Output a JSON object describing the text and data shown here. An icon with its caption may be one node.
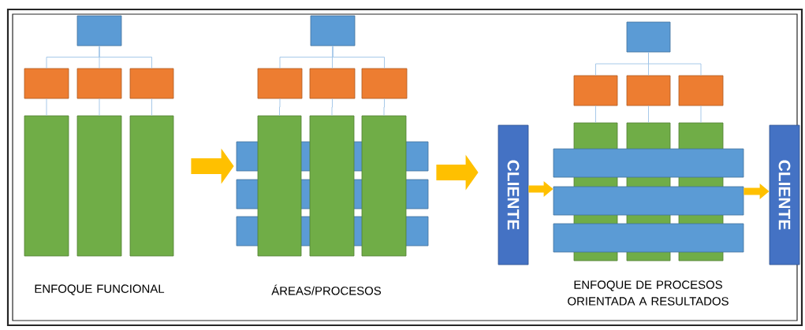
{
  "diagram": {
    "nodes": [
      {
        "text": [],
        "shape": "box"
      },
      {
        "text": [],
        "shape": "box"
      },
      {
        "text": [],
        "shape": "box"
      },
      {
        "text": [],
        "shape": "box"
      },
      {
        "text": [],
        "shape": "box"
      },
      {
        "text": [],
        "shape": "box"
      },
      {
        "text": [],
        "shape": "box"
      },
      {
        "text": [],
        "shape": "box"
      },
      {
        "text": [],
        "shape": "box"
      },
      {
        "text": [],
        "shape": "box"
      },
      {
        "text": [],
        "shape": "box"
      },
      {
        "text": [],
        "shape": "box"
      },
      {
        "text": [],
        "shape": "box"
      },
      {
        "text": [],
        "shape": "box"
      },
      {
        "text": [],
        "shape": "box"
      },
      {
        "text": [],
        "shape": "box"
      },
      {
        "text": [],
        "shape": "box"
      },
      {
        "text": [],
        "shape": "box"
      },
      {
        "text": [],
        "shape": "box"
      },
      {
        "text": [],
        "shape": "box"
      },
      {
        "text": [],
        "shape": "box"
      },
      {
        "text": [],
        "shape": "box"
      },
      {
        "text": [],
        "shape": "box"
      },
      {
        "text": [],
        "shape": "box"
      },
      {
        "text": [],
        "shape": "box"
      },
      {
        "text": [],
        "shape": "box"
      },
      {
        "text": [],
        "shape": "box"
      },
      {
        "text": [
          "CLIENTE"
        ]
      },
      {
        "text": [
          "CLIENTE"
        ]
      }
    ],
    "edges": [
      {
        "from": 0,
        "to": 1,
        "arrow": "none"
      },
      {
        "from": 0,
        "to": 2,
        "arrow": "none"
      },
      {
        "from": 0,
        "to": 3,
        "arrow": "none"
      },
      {
        "from": 1,
        "to": 4,
        "arrow": "none"
      },
      {
        "from": 2,
        "to": 5,
        "arrow": "none"
      },
      {
        "from": 3,
        "to": 6,
        "arrow": "none"
      },
      {
        "from": 7,
        "to": 8,
        "arrow": "none"
      },
      {
        "from": 7,
        "to": 9,
        "arrow": "none"
      },
      {
        "from": 7,
        "to": 10,
        "arrow": "none"
      },
      {
        "from": 8,
        "to": 11,
        "arrow": "none"
      },
      {
        "from": 9,
        "to": 12,
        "arrow": "none"
      },
      {
        "from": 10,
        "to": 13,
        "arrow": "none"
      },
      {
        "from": 17,
        "to": 18,
        "arrow": "none"
      },
      {
        "from": 17,
        "to": 19,
        "arrow": "none"
      },
      {
        "from": 17,
        "to": 20,
        "arrow": "none"
      },
      {
        "from": 18,
        "to": 21,
        "arrow": "none"
      },
      {
        "from": 19,
        "to": 22,
        "arrow": "none"
      },
      {
        "from": 20,
        "to": 23,
        "arrow": "none"
      },
      {
        "from": 6,
        "to": 14,
        "arrow": "to",
        "style": "thick",
        "color": "#ffc000"
      },
      {
        "from": 14,
        "to": 27,
        "arrow": "to",
        "style": "thick",
        "color": "#ffc000"
      },
      {
        "from": 27,
        "to": 25,
        "arrow": "to",
        "style": "thick",
        "color": "#ffc000"
      },
      {
        "from": 25,
        "to": 28,
        "arrow": "to",
        "style": "thick",
        "color": "#ffc000"
      }
    ],
    "labels": [
      "ENFOQUE FUNCIONAL",
      "ÁREAS/PROCESOS",
      "ENFOQUE DE PROCESOS ORIENTADA A RESULTADOS"
    ]
  }
}
